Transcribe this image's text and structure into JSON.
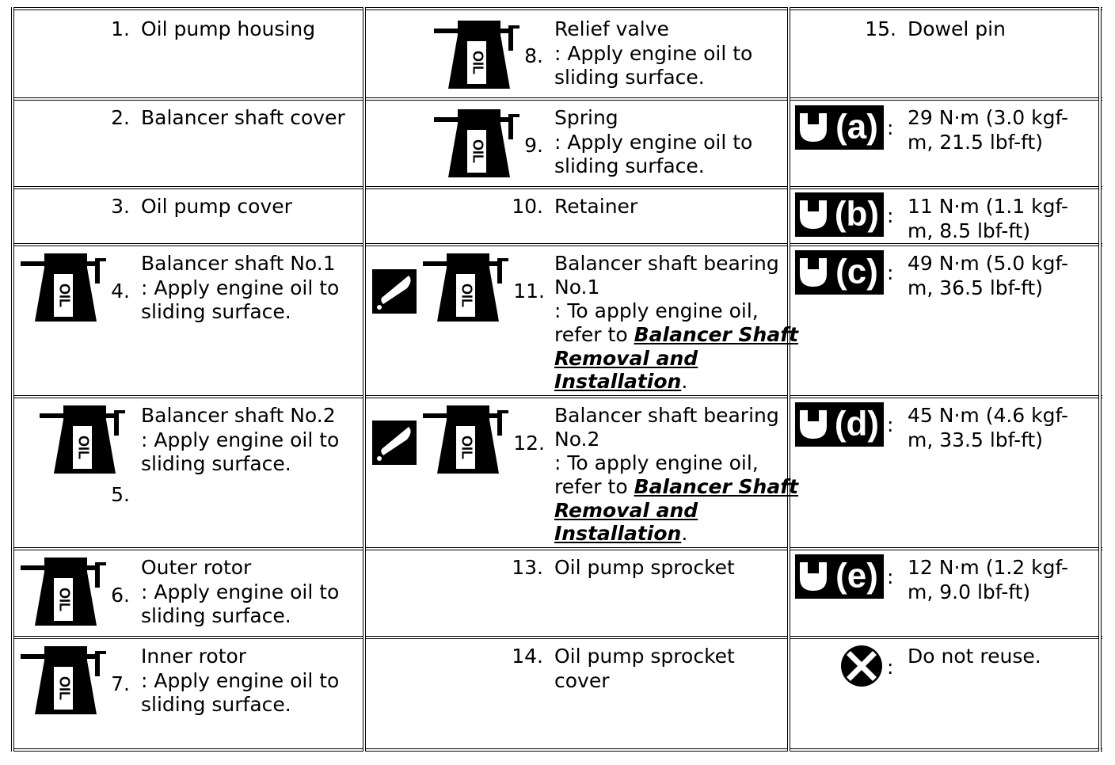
{
  "rows": [
    {
      "c1": {
        "num": "1.",
        "lines": [
          "Oil pump housing"
        ]
      },
      "c2": {
        "num": "8.",
        "lines": [
          "Relief valve",
          ": Apply engine oil to",
          "sliding surface."
        ]
      },
      "c3": {
        "num": "15.",
        "lines": [
          "Dowel pin"
        ]
      }
    },
    {
      "c1": {
        "num": "2.",
        "lines": [
          "Balancer shaft cover"
        ]
      },
      "c2": {
        "num": "9.",
        "lines": [
          "Spring",
          ": Apply engine oil to",
          "sliding surface."
        ]
      },
      "c3": {
        "badge": "(a)",
        "colon": ":",
        "lines": [
          "29 N·m (3.0 kgf-",
          "m, 21.5 lbf-ft)"
        ]
      }
    },
    {
      "c1": {
        "num": "3.",
        "lines": [
          "Oil pump cover"
        ]
      },
      "c2": {
        "num": "10.",
        "lines": [
          "Retainer"
        ]
      },
      "c3": {
        "badge": "(b)",
        "colon": ":",
        "lines": [
          "11 N·m (1.1 kgf-",
          "m, 8.5 lbf-ft)"
        ]
      }
    },
    {
      "c1": {
        "num": "4.",
        "lines": [
          "Balancer shaft No.1",
          ": Apply engine oil to",
          "sliding surface."
        ]
      },
      "c2": {
        "num": "11.",
        "lines": [
          "Balancer shaft bearing",
          "No.1",
          ": To apply engine oil,"
        ],
        "refer": "refer to",
        "link1": "Balancer Shaft",
        "link2": "Removal and",
        "link3": "Installation",
        "period": "."
      },
      "c3": {
        "badge": "(c)",
        "colon": ":",
        "lines": [
          "49 N·m (5.0 kgf-",
          "m, 36.5 lbf-ft)"
        ]
      }
    },
    {
      "c1": {
        "num": "5.",
        "lines": [
          "Balancer shaft No.2",
          ": Apply engine oil to",
          "sliding surface."
        ]
      },
      "c2": {
        "num": "12.",
        "lines": [
          "Balancer shaft bearing",
          "No.2",
          ": To apply engine oil,"
        ],
        "refer": "refer to",
        "link1": "Balancer Shaft",
        "link2": "Removal and",
        "link3": "Installation",
        "period": "."
      },
      "c3": {
        "badge": "(d)",
        "colon": ":",
        "lines": [
          "45 N·m (4.6 kgf-",
          "m, 33.5 lbf-ft)"
        ]
      }
    },
    {
      "c1": {
        "num": "6.",
        "lines": [
          "Outer rotor",
          ": Apply engine oil to",
          "sliding surface."
        ]
      },
      "c2": {
        "num": "13.",
        "lines": [
          "Oil pump sprocket"
        ]
      },
      "c3": {
        "badge": "(e)",
        "colon": ":",
        "lines": [
          "12 N·m (1.2 kgf-",
          "m, 9.0 lbf-ft)"
        ]
      }
    },
    {
      "c1": {
        "num": "7.",
        "lines": [
          "Inner rotor",
          ": Apply engine oil to",
          "sliding surface."
        ]
      },
      "c2": {
        "num": "14.",
        "lines": [
          "Oil pump sprocket",
          "cover"
        ]
      },
      "c3": {
        "colon": ":",
        "lines": [
          "Do not reuse."
        ]
      }
    }
  ],
  "oilcan_text": "OIL",
  "icons": {
    "oilcan": "oil-can-icon",
    "torque": "torque-wrench-icon",
    "noreuse": "do-not-reuse-icon",
    "spray": "lubricant-spray-icon"
  }
}
